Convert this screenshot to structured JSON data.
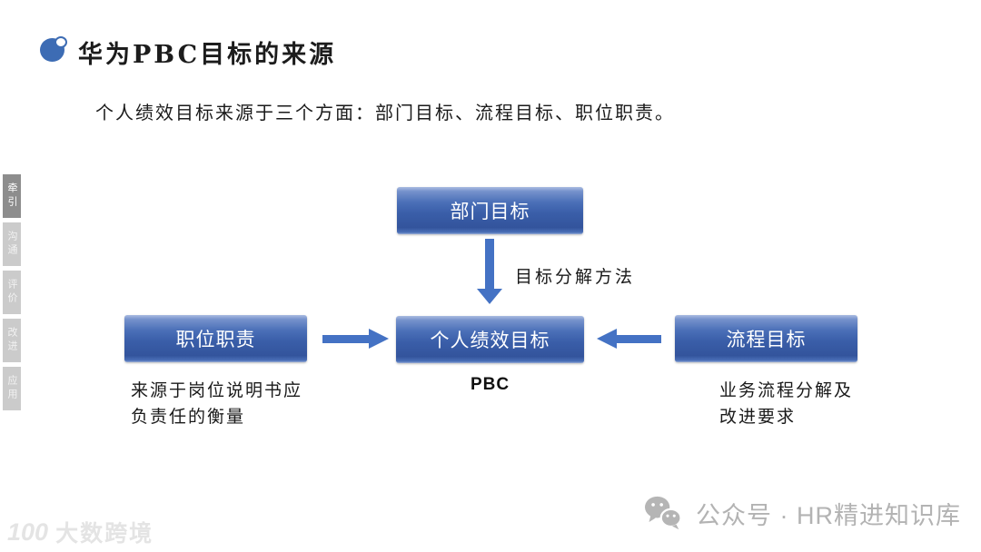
{
  "header": {
    "title": "华为PBC目标的来源",
    "bullet_icon": "blue-dual-circle-icon"
  },
  "intro": "个人绩效目标来源于三个方面：部门目标、流程目标、职位职责。",
  "sidebar": {
    "items": [
      {
        "label": "牵引",
        "active": true
      },
      {
        "label": "沟通",
        "active": false
      },
      {
        "label": "评价",
        "active": false
      },
      {
        "label": "改进",
        "active": false
      },
      {
        "label": "应用",
        "active": false
      }
    ]
  },
  "diagram": {
    "boxes": {
      "dept": "部门目标",
      "position": "职位职责",
      "personal": "个人绩效目标",
      "process": "流程目标"
    },
    "arrow_label": "目标分解方法",
    "personal_sub": "PBC",
    "caption_left_line1": "来源于岗位说明书应",
    "caption_left_line2": "负责任的衡量",
    "caption_right_line1": "业务流程分解及",
    "caption_right_line2": "改进要求",
    "colors": {
      "box_gradient_top": "#a9bce1",
      "box_gradient_mid": "#3a5ea9",
      "arrow": "#4472c4"
    }
  },
  "watermarks": {
    "bottom_left_logo": "100",
    "bottom_left_text": "大数跨境",
    "wechat_icon": "wechat-icon",
    "bottom_right_text": "公众号 · HR精进知识库"
  }
}
